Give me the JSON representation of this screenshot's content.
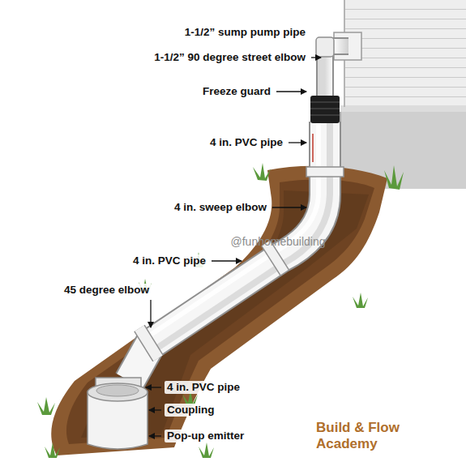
{
  "diagram": {
    "labels": [
      "1-1/2” sump pump pipe",
      "1-1/2” 90 degree street elbow",
      "Freeze guard",
      "4 in. PVC pipe",
      "4 in. sweep elbow",
      "4 in. PVC pipe",
      "45 degree elbow",
      "4 in. PVC pipe",
      "Coupling",
      "Pop-up emitter",
      "@funhomebuilding",
      "Build & Flow Academy"
    ]
  }
}
